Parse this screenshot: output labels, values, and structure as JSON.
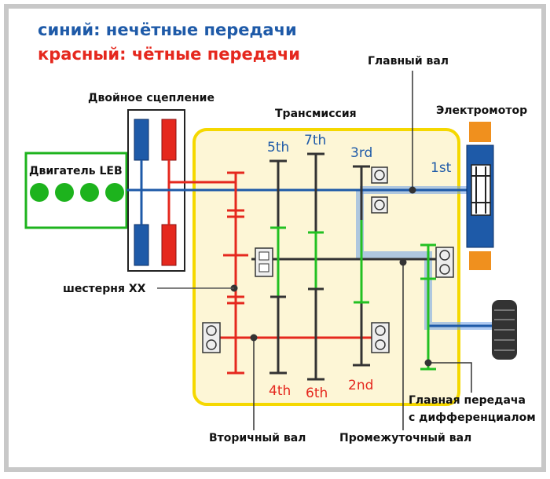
{
  "legend": {
    "blue_label": "синий: нечётные передачи",
    "red_label": "красный: чётные передачи"
  },
  "labels": {
    "main_shaft": "Главный вал",
    "dual_clutch": "Двойное сцепление",
    "transmission": "Трансмиссия",
    "electric_motor": "Электромотор",
    "engine": "Двигатель LEB",
    "reverse_gear": "шестерня XX",
    "secondary_shaft": "Вторичный вал",
    "intermediate_shaft": "Промежуточный вал",
    "final_drive_line1": "Главная передача",
    "final_drive_line2": "с дифференциалом"
  },
  "gears": {
    "g5": "5th",
    "g7": "7th",
    "g3": "3rd",
    "g1": "1st",
    "g4": "4th",
    "g6": "6th",
    "g2": "2nd"
  },
  "colors": {
    "odd_blue": "#1e5aa8",
    "even_red": "#e5281e",
    "frame_gray": "#c8c8c8",
    "housing_yellow": "#f5d800",
    "housing_fill": "#fdf6d6",
    "engine_green": "#1db31d",
    "shaft_dark": "#333333",
    "gear_green": "#22c022",
    "motor_orange": "#f0901e"
  }
}
